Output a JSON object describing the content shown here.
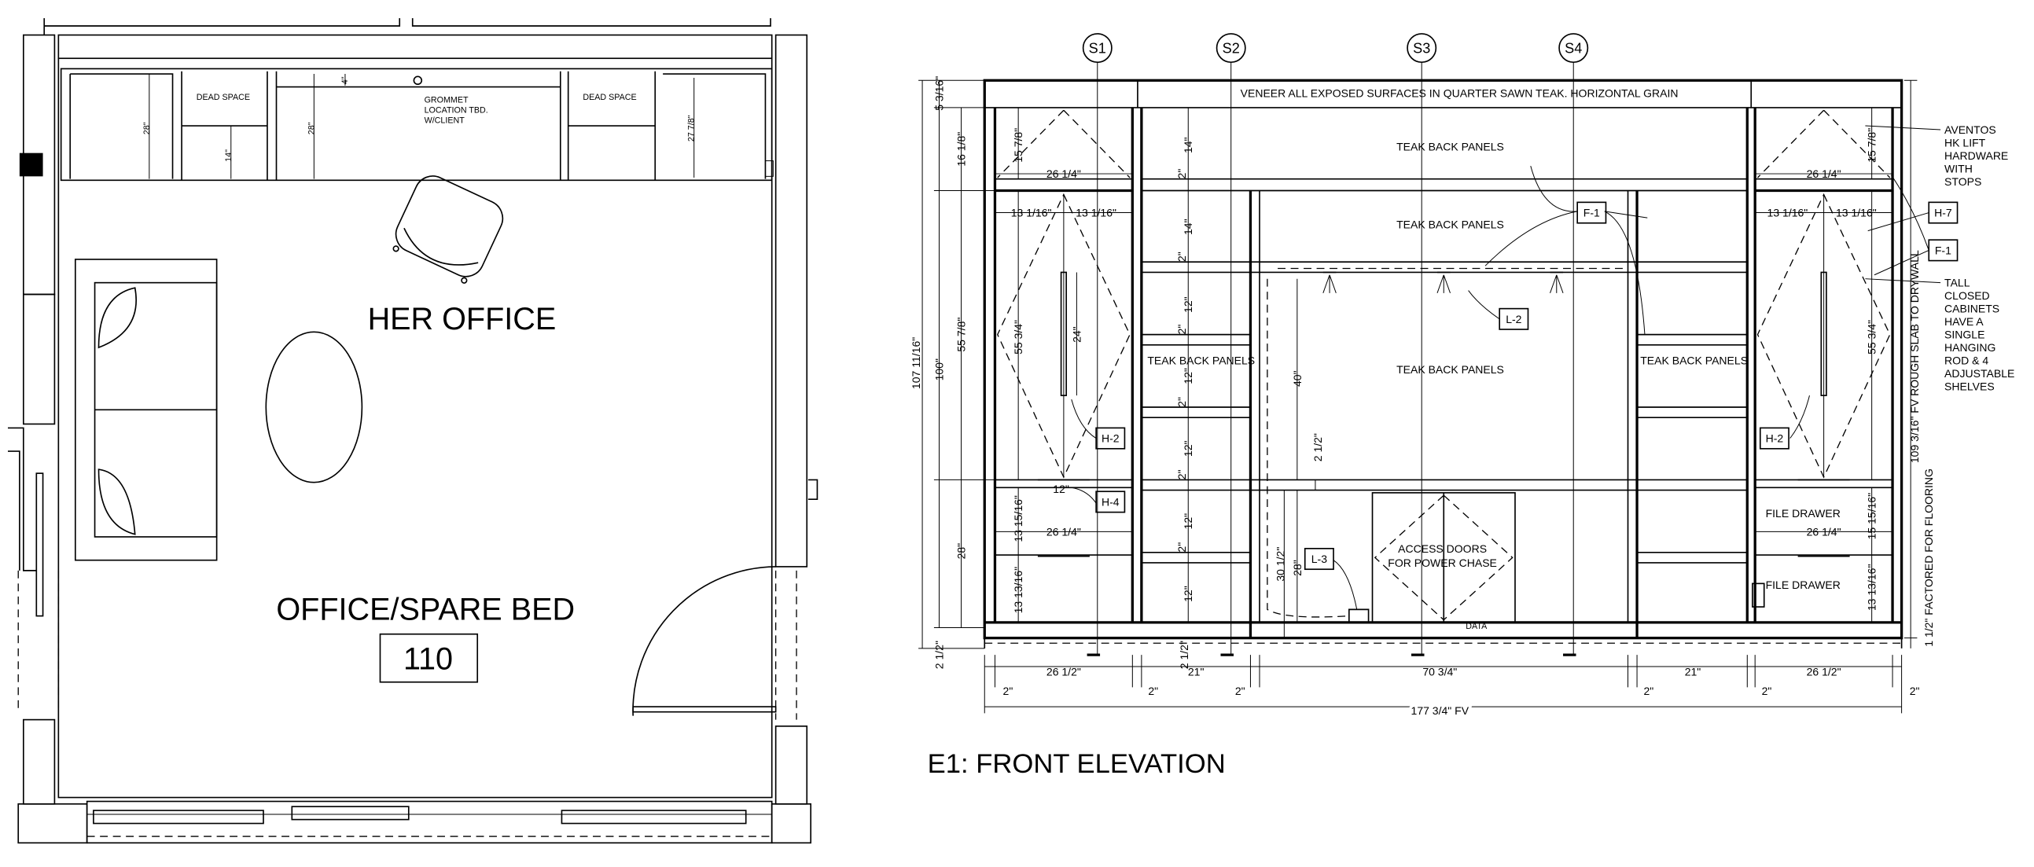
{
  "colors": {
    "ink": "#000000",
    "paper": "#ffffff"
  },
  "plan": {
    "room_name": "HER OFFICE",
    "room_type": "OFFICE/SPARE BED",
    "room_number": "110",
    "dead_space_left": "DEAD SPACE",
    "dead_space_right": "DEAD SPACE",
    "grommet_note": [
      "GROMMET",
      "LOCATION TBD.",
      "W/CLIENT"
    ],
    "dims": [
      "28\"",
      "14\"",
      "28\"",
      "4\"",
      "27 7/8\""
    ]
  },
  "elevation": {
    "title": "E1: FRONT ELEVATION",
    "sections": [
      "S1",
      "S2",
      "S3",
      "S4"
    ],
    "veneer_note": "VENEER ALL EXPOSED SURFACES IN QUARTER SAWN TEAK. HORIZONTAL GRAIN",
    "teak_panels": [
      "TEAK BACK PANELS",
      "TEAK BACK PANELS",
      "TEAK BACK PANELS",
      "TEAK BACK PANELS",
      "TEAK BACK PANELS"
    ],
    "access_doors": [
      "ACCESS DOORS",
      "FOR POWER CHASE"
    ],
    "file_drawers": [
      "FILE DRAWER",
      "FILE DRAWER"
    ],
    "data_label": "DATA",
    "callouts": [
      "F-1",
      "L-2",
      "L-3",
      "H-2",
      "H-4",
      "H-2",
      "H-7",
      "F-1"
    ],
    "aventos_note": [
      "AVENTOS",
      "HK LIFT",
      "HARDWARE",
      "WITH",
      "STOPS"
    ],
    "tall_note": [
      "TALL",
      "CLOSED",
      "CABINETS",
      "HAVE A",
      "SINGLE",
      "HANGING",
      "ROD & 4",
      "ADJUSTABLE",
      "SHELVES"
    ],
    "vertical_note_slab": "109 3/16\" FV ROUGH SLAB TO DRYWALL",
    "vertical_note_floor": "1 1/2\" FACTORED FOR FLOORING",
    "left_dims": [
      "5 3/16\"",
      "107 11/16\"",
      "100\"",
      "16 1/8\"",
      "55 7/8\"",
      "28\"",
      "2 1/2\""
    ],
    "left_cabinet_dims": [
      "15 7/8\"",
      "26 1/4\"",
      "13 1/16\"",
      "13 1/16\"",
      "55 3/4\"",
      "24\"",
      "12\"",
      "13 15/16\"",
      "26 1/4\"",
      "13 13/16\""
    ],
    "open_column_dims": [
      "14\"",
      "2\"",
      "14\"",
      "2\"",
      "12\"",
      "2\"",
      "12\"",
      "2\"",
      "12\"",
      "2\"",
      "12\"",
      "2\"",
      "12\"",
      "2 1/2\""
    ],
    "center_dims": [
      "40\"",
      "2 1/2\"",
      "30 1/2\"",
      "28\""
    ],
    "right_cabinet_dims": [
      "15 7/8\"",
      "26 1/4\"",
      "13 1/16\"",
      "13 1/16\"",
      "55 3/4\"",
      "15 15/16\"",
      "26 1/4\"",
      "13 13/16\""
    ],
    "bottom_dims": [
      "26 1/2\"",
      "21\"",
      "70 3/4\"",
      "21\"",
      "26 1/2\""
    ],
    "bottom_small_dims": [
      "2\"",
      "2\"",
      "2\"",
      "2\"",
      "2\"",
      "2\""
    ],
    "overall_width": "177 3/4\" FV"
  }
}
